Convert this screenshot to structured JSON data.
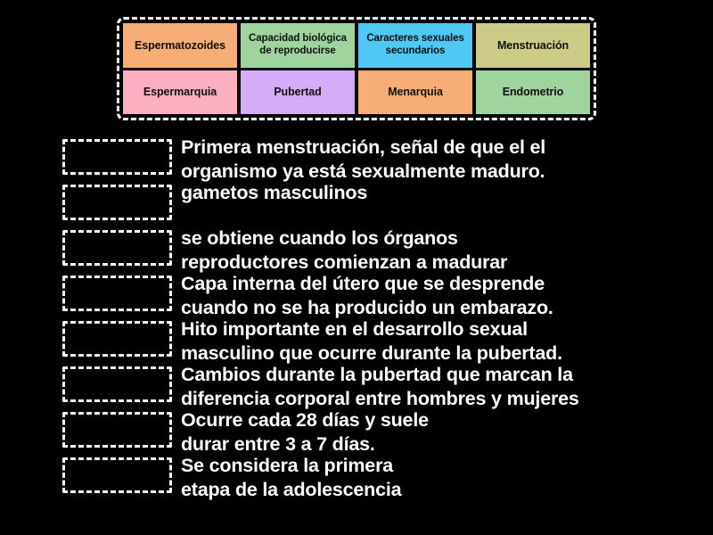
{
  "screen": {
    "background_color": "#000000",
    "text_color": "#ffffff"
  },
  "word_bank": {
    "border_color": "#ffffff",
    "rows": [
      [
        {
          "label": "Espermatozoides",
          "color": "#F7AE76",
          "multiline": false
        },
        {
          "label": "Capacidad biológica de reproducirse",
          "color": "#9FD49F",
          "multiline": true
        },
        {
          "label": "Caracteres sexuales secundarios",
          "color": "#4FC8F5",
          "multiline": true
        },
        {
          "label": "Menstruación",
          "color": "#CCCB88",
          "multiline": false
        }
      ],
      [
        {
          "label": "Espermarquia",
          "color": "#FBAFC0",
          "multiline": false
        },
        {
          "label": "Pubertad",
          "color": "#D5ACF7",
          "multiline": false
        },
        {
          "label": "Menarquia",
          "color": "#F7AE76",
          "multiline": false
        },
        {
          "label": "Endometrio",
          "color": "#9FD49F",
          "multiline": false
        }
      ]
    ]
  },
  "definitions": [
    {
      "slot_placeholder": "",
      "text": "Primera menstruación, señal de que el el\norganismo ya está sexualmente maduro."
    },
    {
      "slot_placeholder": "",
      "text": "gametos masculinos"
    },
    {
      "slot_placeholder": "",
      "text": "se obtiene cuando los órganos\nreproductores comienzan a madurar"
    },
    {
      "slot_placeholder": "",
      "text": "Capa interna del útero que se desprende\ncuando no se ha producido un embarazo."
    },
    {
      "slot_placeholder": "",
      "text": "Hito importante en el desarrollo sexual\nmasculino que ocurre durante la pubertad."
    },
    {
      "slot_placeholder": "",
      "text": "Cambios durante la pubertad que marcan la\ndiferencia corporal entre hombres y mujeres"
    },
    {
      "slot_placeholder": "",
      "text": "Ocurre cada 28 días y suele\ndurar entre 3 a 7 días."
    },
    {
      "slot_placeholder": "",
      "text": "Se considera la primera\netapa de la adolescencia"
    }
  ]
}
